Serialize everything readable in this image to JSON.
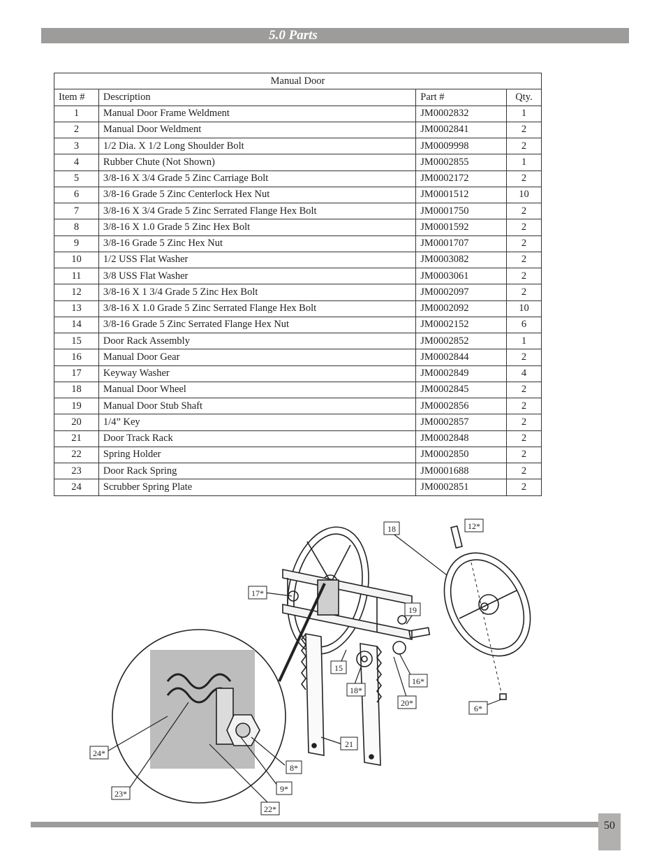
{
  "header": {
    "title": "5.0 Parts"
  },
  "table": {
    "caption": "Manual Door",
    "columns": {
      "item": "Item #",
      "description": "Description",
      "part": "Part #",
      "qty": "Qty."
    },
    "rows": [
      {
        "item": "1",
        "description": "Manual Door Frame Weldment",
        "part": "JM0002832",
        "qty": "1"
      },
      {
        "item": "2",
        "description": "Manual Door Weldment",
        "part": "JM0002841",
        "qty": "2"
      },
      {
        "item": "3",
        "description": "1/2 Dia. X 1/2 Long Shoulder Bolt",
        "part": "JM0009998",
        "qty": "2"
      },
      {
        "item": "4",
        "description": "Rubber Chute (Not Shown)",
        "part": "JM0002855",
        "qty": "1"
      },
      {
        "item": "5",
        "description": "3/8-16 X 3/4 Grade 5 Zinc Carriage Bolt",
        "part": "JM0002172",
        "qty": "2"
      },
      {
        "item": "6",
        "description": "3/8-16 Grade 5 Zinc Centerlock Hex Nut",
        "part": "JM0001512",
        "qty": "10"
      },
      {
        "item": "7",
        "description": "3/8-16 X 3/4 Grade 5 Zinc Serrated Flange Hex Bolt",
        "part": "JM0001750",
        "qty": "2"
      },
      {
        "item": "8",
        "description": "3/8-16 X 1.0 Grade 5 Zinc Hex Bolt",
        "part": "JM0001592",
        "qty": "2"
      },
      {
        "item": "9",
        "description": "3/8-16 Grade 5 Zinc Hex Nut",
        "part": "JM0001707",
        "qty": "2"
      },
      {
        "item": "10",
        "description": "1/2 USS Flat Washer",
        "part": "JM0003082",
        "qty": "2"
      },
      {
        "item": "11",
        "description": "3/8 USS Flat Washer",
        "part": "JM0003061",
        "qty": "2"
      },
      {
        "item": "12",
        "description": "3/8-16 X 1 3/4 Grade 5 Zinc Hex Bolt",
        "part": "JM0002097",
        "qty": "2"
      },
      {
        "item": "13",
        "description": "3/8-16 X 1.0 Grade 5 Zinc Serrated Flange Hex Bolt",
        "part": "JM0002092",
        "qty": "10"
      },
      {
        "item": "14",
        "description": "3/8-16 Grade 5 Zinc Serrated Flange Hex Nut",
        "part": "JM0002152",
        "qty": "6"
      },
      {
        "item": "15",
        "description": "Door Rack Assembly",
        "part": "JM0002852",
        "qty": "1"
      },
      {
        "item": "16",
        "description": "Manual Door Gear",
        "part": "JM0002844",
        "qty": "2"
      },
      {
        "item": "17",
        "description": "Keyway Washer",
        "part": "JM0002849",
        "qty": "4"
      },
      {
        "item": "18",
        "description": "Manual Door Wheel",
        "part": "JM0002845",
        "qty": "2"
      },
      {
        "item": "19",
        "description": "Manual Door Stub Shaft",
        "part": "JM0002856",
        "qty": "2"
      },
      {
        "item": "20",
        "description": "1/4” Key",
        "part": "JM0002857",
        "qty": "2"
      },
      {
        "item": "21",
        "description": "Door Track Rack",
        "part": "JM0002848",
        "qty": "2"
      },
      {
        "item": "22",
        "description": "Spring Holder",
        "part": "JM0002850",
        "qty": "2"
      },
      {
        "item": "23",
        "description": "Door Rack Spring",
        "part": "JM0001688",
        "qty": "2"
      },
      {
        "item": "24",
        "description": "Scrubber Spring Plate",
        "part": "JM0002851",
        "qty": "2"
      }
    ]
  },
  "diagram": {
    "callouts": {
      "c18": "18",
      "c12": "12*",
      "c17": "17*",
      "c19": "19",
      "c15": "15",
      "c16": "16*",
      "c18b": "18*",
      "c20": "20*",
      "c6": "6*",
      "c21": "21",
      "c24": "24*",
      "c8": "8*",
      "c9": "9*",
      "c23": "23*",
      "c22": "22*"
    }
  },
  "footer": {
    "page_number": "50"
  }
}
